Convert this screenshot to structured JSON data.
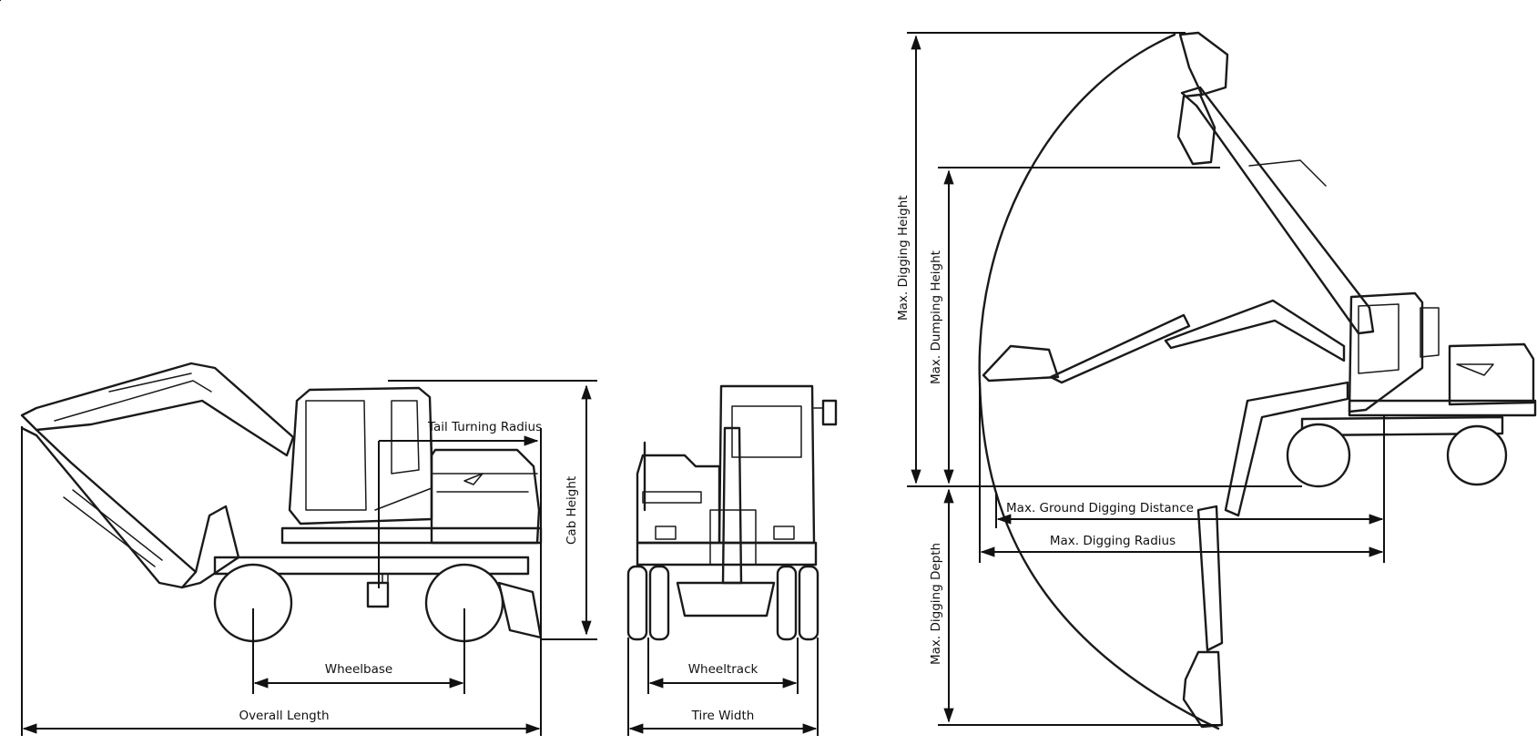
{
  "labels": {
    "tail_turning_radius": "Tail Turning Radius",
    "cab_height": "Cab Height",
    "wheelbase": "Wheelbase",
    "overall_length": "Overall Length",
    "wheeltrack": "Wheeltrack",
    "tire_width": "Tire Width",
    "max_digging_height": "Max. Digging Height",
    "max_dumping_height": "Max. Dumping Height",
    "max_ground_digging_distance": "Max. Ground Digging Distance",
    "max_digging_radius": "Max. Digging Radius",
    "max_digging_depth": "Max. Digging Depth"
  },
  "colors": {
    "line": "#1a1a1a",
    "background": "#ffffff"
  }
}
